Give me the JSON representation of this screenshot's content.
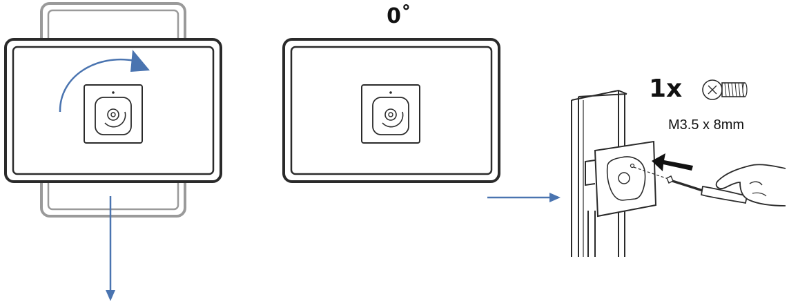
{
  "diagram": {
    "angle_label": "0˚",
    "quantity_label": "1x",
    "screw_size_label": "M3.5 x 8mm"
  },
  "colors": {
    "arrow": "#4a74b0",
    "outline": "#2a2a2a",
    "ghost_outline": "#9a9a9a",
    "black_arrow": "#111111"
  }
}
